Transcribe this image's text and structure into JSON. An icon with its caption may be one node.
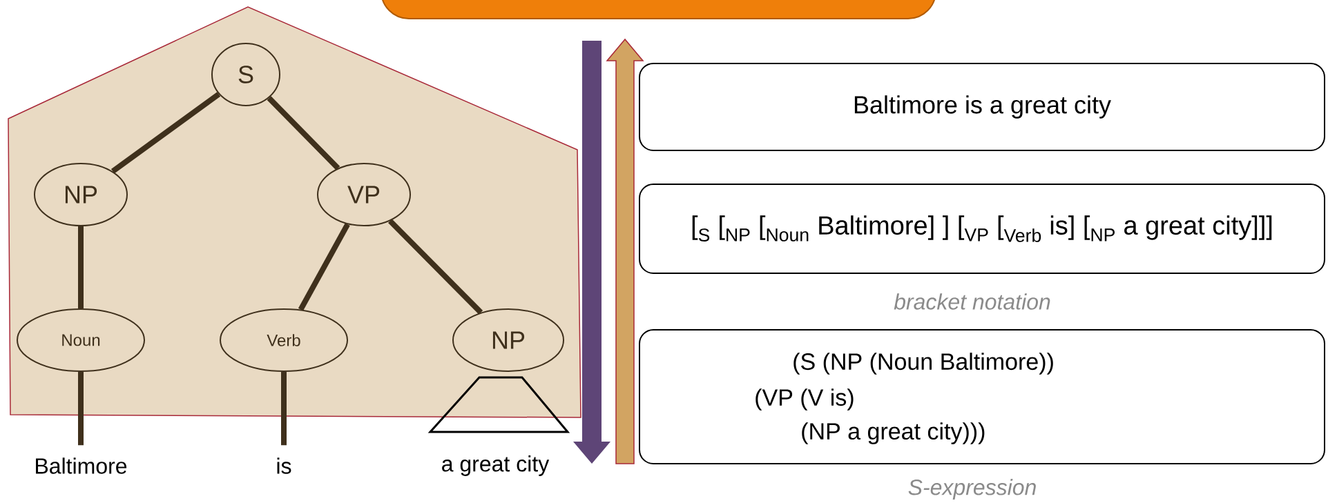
{
  "diagram": {
    "nodes": [
      {
        "text": [
          "S"
        ]
      },
      {
        "text": [
          "NP"
        ]
      },
      {
        "text": [
          "VP"
        ]
      },
      {
        "text": [
          "Noun"
        ]
      },
      {
        "text": [
          "Verb"
        ]
      },
      {
        "text": [
          "NP"
        ]
      },
      {
        "text": [
          "Baltimore"
        ]
      },
      {
        "text": [
          "is"
        ]
      },
      {
        "text": [
          "a great city"
        ]
      },
      {
        "text": [
          "Baltimore is a great city"
        ]
      },
      {
        "text": [
          "[$_{S}$ [$_{NP}$ [$_{Noun}$ Baltimore] ] [$_{VP}$ [$_{Verb}$ is] [$_{NP}$ a great city]]]"
        ],
        "beside": [
          "bracket notation"
        ]
      },
      {
        "text": [
          "(S (NP (Noun Baltimore))",
          "(VP (V is)",
          "(NP a great city)))"
        ],
        "beside": [
          "S-expression"
        ]
      }
    ],
    "edges": [
      {
        "from": 0,
        "to": 1,
        "arrow": "none"
      },
      {
        "from": 0,
        "to": 2,
        "arrow": "none"
      },
      {
        "from": 1,
        "to": 3,
        "arrow": "none"
      },
      {
        "from": 2,
        "to": 4,
        "arrow": "none"
      },
      {
        "from": 2,
        "to": 5,
        "arrow": "none"
      },
      {
        "from": 3,
        "to": 6,
        "arrow": "none"
      },
      {
        "from": 4,
        "to": 7,
        "arrow": "none"
      },
      {
        "from": 5,
        "to": 8,
        "arrow": "none",
        "color": "#000000"
      }
    ]
  }
}
